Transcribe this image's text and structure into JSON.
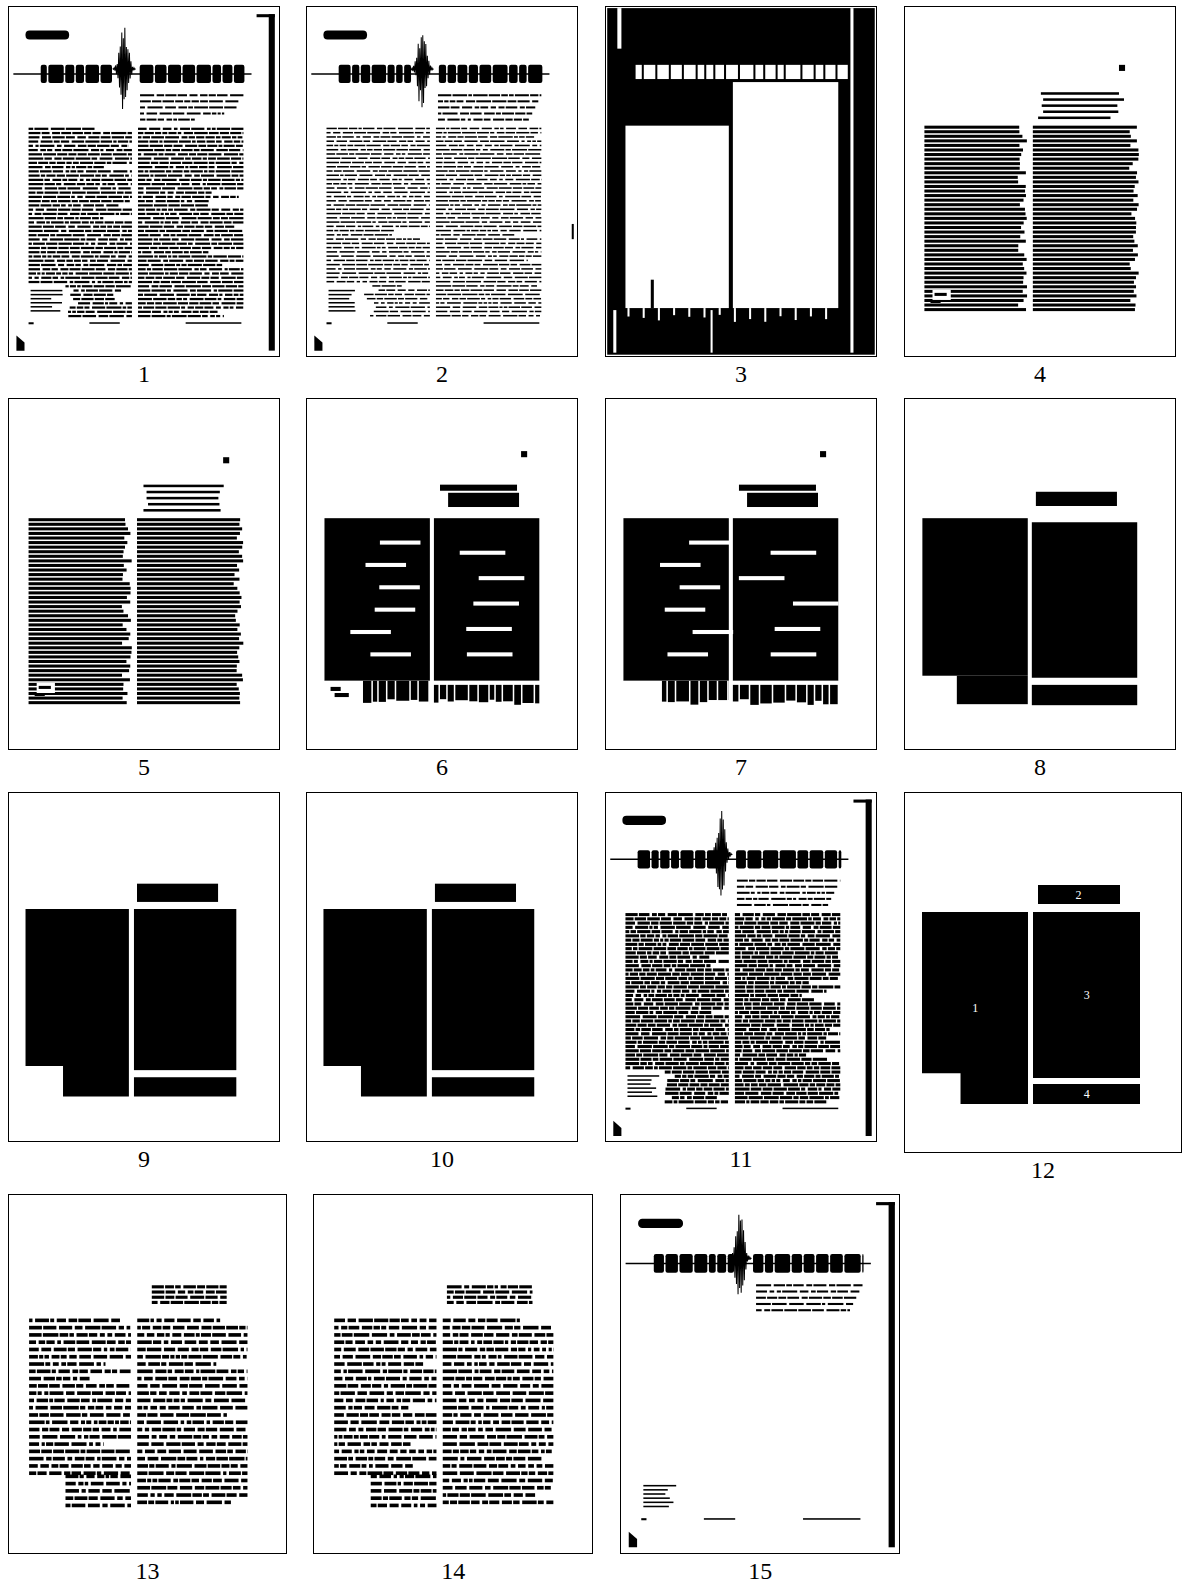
{
  "diagram": {
    "nodes": [
      {
        "text": [
          "1"
        ]
      },
      {
        "text": [
          "2"
        ]
      },
      {
        "text": [
          "3"
        ]
      },
      {
        "text": [
          "4"
        ]
      },
      {
        "text": [
          "5"
        ]
      },
      {
        "text": [
          "6"
        ]
      },
      {
        "text": [
          "7"
        ]
      },
      {
        "text": [
          "8"
        ]
      },
      {
        "text": [
          "9"
        ]
      },
      {
        "text": [
          "10"
        ]
      },
      {
        "text": [
          "11"
        ]
      },
      {
        "text": [
          "12"
        ]
      },
      {
        "text": [
          "1"
        ],
        "in": 11
      },
      {
        "text": [
          "2"
        ],
        "in": 11
      },
      {
        "text": [
          "3"
        ],
        "in": 11
      },
      {
        "text": [
          "4"
        ],
        "in": 11
      },
      {
        "text": [
          "13"
        ]
      },
      {
        "text": [
          "14"
        ]
      },
      {
        "text": [
          "15"
        ]
      }
    ]
  }
}
